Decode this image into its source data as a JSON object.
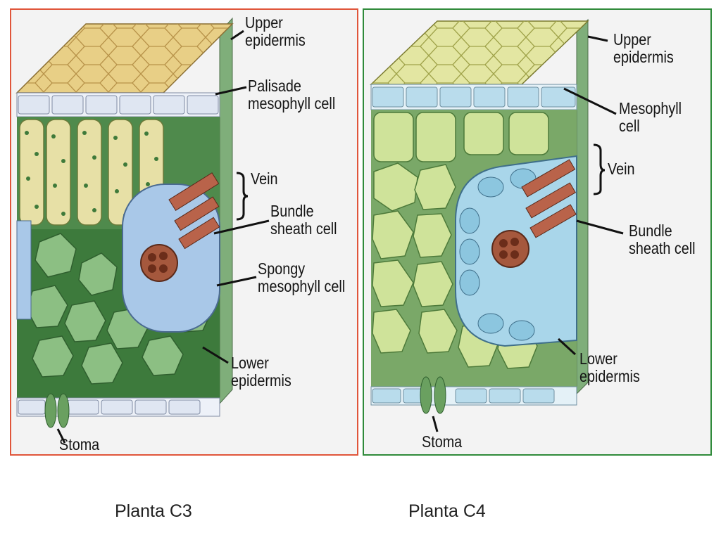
{
  "c3": {
    "upper_epidermis": [
      "Upper",
      "epidermis"
    ],
    "palisade": [
      "Palisade",
      "mesophyll cell"
    ],
    "vein": "Vein",
    "bundle_sheath": [
      "Bundle",
      "sheath cell"
    ],
    "spongy": [
      "Spongy",
      "mesophyll cell"
    ],
    "lower_epidermis": [
      "Lower",
      "epidermis"
    ],
    "stoma": "Stoma"
  },
  "c4": {
    "upper_epidermis": [
      "Upper",
      "epidermis"
    ],
    "mesophyll": [
      "Mesophyll",
      "cell"
    ],
    "vein": "Vein",
    "bundle_sheath": [
      "Bundle",
      "sheath cell"
    ],
    "lower_epidermis": [
      "Lower",
      "epidermis"
    ],
    "stoma": "Stoma"
  },
  "captions": {
    "c3": "Planta C3",
    "c4": "Planta C4"
  },
  "colors": {
    "c3_border": "#e0553a",
    "c4_border": "#2f8a3a",
    "epidermis_top": "#e8cf86",
    "epidermis_cells": "#dfe6f2",
    "palisade": "#e7e0a6",
    "spongy": "#8cbf83",
    "bundle_sheath": "#a9c8e8",
    "vein": "#a5583d",
    "c4_mesophyll": "#cfe39a"
  }
}
